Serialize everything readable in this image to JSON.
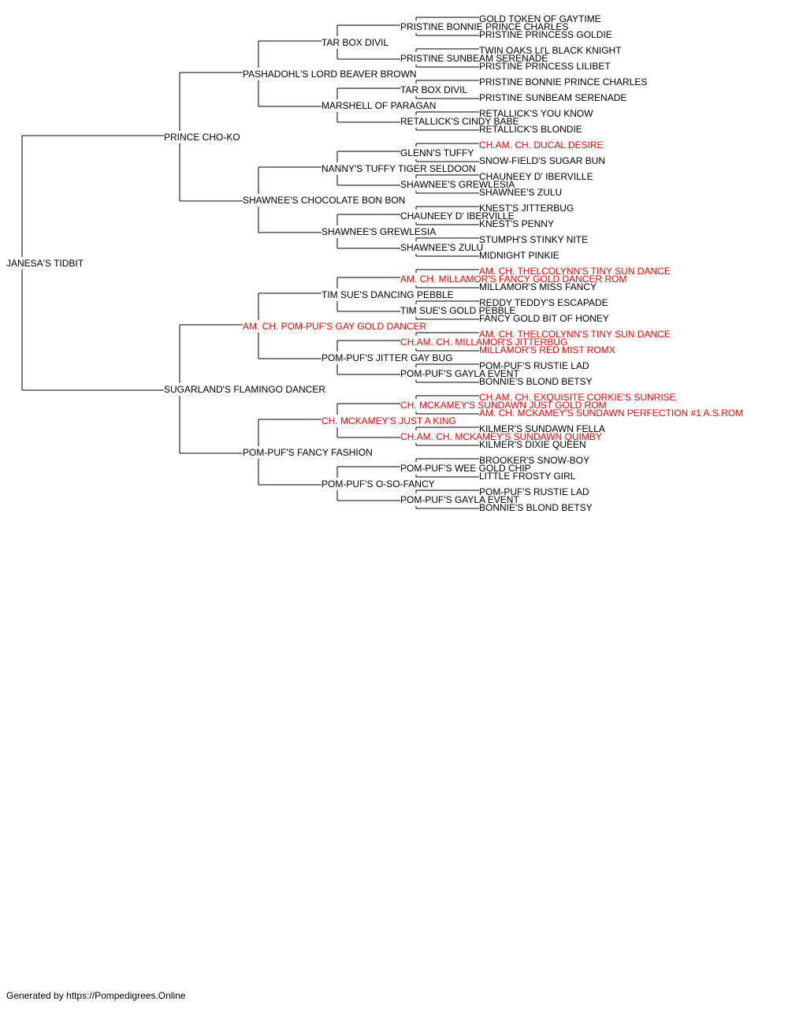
{
  "pedigree": {
    "name": "JANESA'S TIDBIT",
    "champion": false,
    "sire": {
      "name": "PRINCE CHO-KO",
      "champion": false,
      "sire": {
        "name": "PASHADOHL'S LORD BEAVER BROWN",
        "champion": false,
        "sire": {
          "name": "TAR BOX DIVIL",
          "champion": false,
          "sire": {
            "name": "PRISTINE BONNIE PRINCE CHARLES",
            "champion": false,
            "sire": {
              "name": "GOLD TOKEN OF GAYTIME",
              "champion": false
            },
            "dam": {
              "name": "PRISTINE PRINCESS GOLDIE",
              "champion": false
            }
          },
          "dam": {
            "name": "PRISTINE SUNBEAM SERENADE",
            "champion": false,
            "sire": {
              "name": "TWIN OAKS LI'L BLACK KNIGHT",
              "champion": false
            },
            "dam": {
              "name": "PRISTINE PRINCESS LILIBET",
              "champion": false
            }
          }
        },
        "dam": {
          "name": "MARSHELL OF PARAGAN",
          "champion": false,
          "sire": {
            "name": "TAR BOX DIVIL",
            "champion": false,
            "sire": {
              "name": "PRISTINE BONNIE PRINCE CHARLES",
              "champion": false
            },
            "dam": {
              "name": "PRISTINE SUNBEAM SERENADE",
              "champion": false
            }
          },
          "dam": {
            "name": "RETALLICK'S CINDY BABE",
            "champion": false,
            "sire": {
              "name": "RETALLICK'S YOU KNOW",
              "champion": false
            },
            "dam": {
              "name": "RETALLICK'S BLONDIE",
              "champion": false
            }
          }
        }
      },
      "dam": {
        "name": "SHAWNEE'S CHOCOLATE BON BON",
        "champion": false,
        "sire": {
          "name": "NANNY'S TUFFY TIGER SELDOON",
          "champion": false,
          "sire": {
            "name": "GLENN'S TUFFY",
            "champion": false,
            "sire": {
              "name": "CH.AM. CH. DUCAL DESIRE",
              "champion": true
            },
            "dam": {
              "name": "SNOW-FIELD'S SUGAR BUN",
              "champion": false
            }
          },
          "dam": {
            "name": "SHAWNEE'S GREWLESIA",
            "champion": false,
            "sire": {
              "name": "CHAUNEEY D' IBERVILLE",
              "champion": false
            },
            "dam": {
              "name": "SHAWNEE'S ZULU",
              "champion": false
            }
          }
        },
        "dam": {
          "name": "SHAWNEE'S GREWLESIA",
          "champion": false,
          "sire": {
            "name": "CHAUNEEY D' IBERVILLE",
            "champion": false,
            "sire": {
              "name": "KNEST'S JITTERBUG",
              "champion": false
            },
            "dam": {
              "name": "KNEST'S PENNY",
              "champion": false
            }
          },
          "dam": {
            "name": "SHAWNEE'S ZULU",
            "champion": false,
            "sire": {
              "name": "STUMPH'S STINKY NITE",
              "champion": false
            },
            "dam": {
              "name": "MIDNIGHT PINKIE",
              "champion": false
            }
          }
        }
      }
    },
    "dam": {
      "name": "SUGARLAND'S FLAMINGO DANCER",
      "champion": false,
      "sire": {
        "name": "AM. CH. POM-PUF'S GAY GOLD DANCER",
        "champion": true,
        "sire": {
          "name": "TIM SUE'S DANCING PEBBLE",
          "champion": false,
          "sire": {
            "name": "AM. CH. MILLAMOR'S FANCY GOLD DANCER ROM",
            "champion": true,
            "sire": {
              "name": "AM. CH. THELCOLYNN'S TINY SUN DANCE",
              "champion": true
            },
            "dam": {
              "name": "MILLAMOR'S MISS FANCY",
              "champion": false
            }
          },
          "dam": {
            "name": "TIM SUE'S GOLD PEBBLE",
            "champion": false,
            "sire": {
              "name": "REDDY TEDDY'S ESCAPADE",
              "champion": false
            },
            "dam": {
              "name": "FANCY GOLD BIT OF HONEY",
              "champion": false
            }
          }
        },
        "dam": {
          "name": "POM-PUF'S JITTER GAY BUG",
          "champion": false,
          "sire": {
            "name": "CH.AM. CH. MILLAMOR'S JITTERBUG",
            "champion": true,
            "sire": {
              "name": "AM. CH. THELCOLYNN'S TINY SUN DANCE",
              "champion": true
            },
            "dam": {
              "name": "MILLAMOR'S RED MIST ROMX",
              "champion": true
            }
          },
          "dam": {
            "name": "POM-PUF'S GAYLA EVENT",
            "champion": false,
            "sire": {
              "name": "POM-PUF'S RUSTIE LAD",
              "champion": false
            },
            "dam": {
              "name": "BONNIE'S BLOND BETSY",
              "champion": false
            }
          }
        }
      },
      "dam": {
        "name": "POM-PUF'S FANCY FASHION",
        "champion": false,
        "sire": {
          "name": "CH. MCKAMEY'S JUST A KING",
          "champion": true,
          "sire": {
            "name": "CH. MCKAMEY'S SUNDAWN JUST GOLD ROM",
            "champion": true,
            "sire": {
              "name": "CH.AM. CH. EXQUISITE CORKIE'S SUNRISE",
              "champion": true
            },
            "dam": {
              "name": "AM. CH. MCKAMEY'S SUNDAWN PERFECTION #1 A.S.ROM",
              "champion": true
            }
          },
          "dam": {
            "name": "CH.AM. CH. MCKAMEY'S SUNDAWN QUIMBY",
            "champion": true,
            "sire": {
              "name": "KILMER'S SUNDAWN FELLA",
              "champion": false
            },
            "dam": {
              "name": "KILMER'S DIXIE QUEEN",
              "champion": false
            }
          }
        },
        "dam": {
          "name": "POM-PUF'S O-SO-FANCY",
          "champion": false,
          "sire": {
            "name": "POM-PUF'S WEE GOLD CHIP",
            "champion": false,
            "sire": {
              "name": "BROOKER'S SNOW-BOY",
              "champion": false
            },
            "dam": {
              "name": "LITTLE FROSTY GIRL",
              "champion": false
            }
          },
          "dam": {
            "name": "POM-PUF'S GAYLA EVENT",
            "champion": false,
            "sire": {
              "name": "POM-PUF'S RUSTIE LAD",
              "champion": false
            },
            "dam": {
              "name": "BONNIE'S BLOND BETSY",
              "champion": false
            }
          }
        }
      }
    }
  },
  "colors": {
    "champion": "#ff0000",
    "normal": "#000000",
    "line": "#000000"
  },
  "footer": "Generated by https://Pompedigrees.Online"
}
